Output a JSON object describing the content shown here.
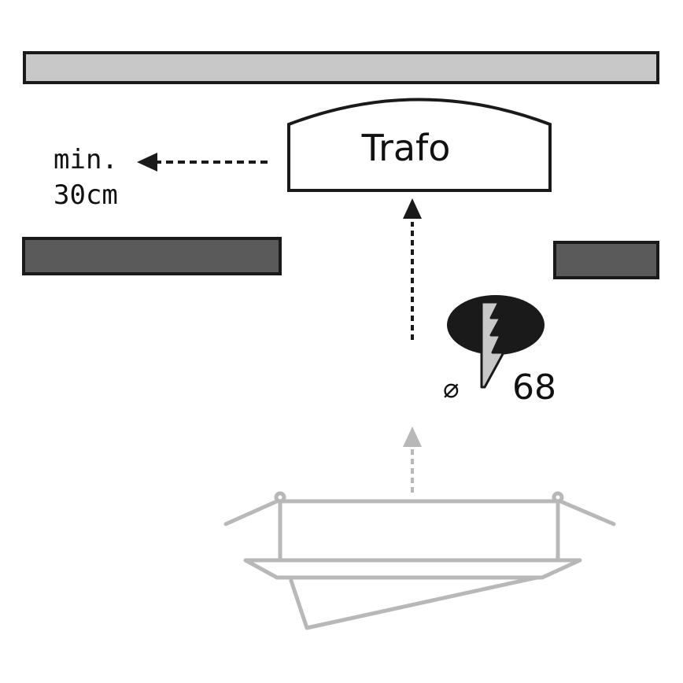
{
  "labels": {
    "transformer": "Trafo",
    "distance_line1": "min.",
    "distance_line2": "30cm",
    "diameter_symbol": "⌀",
    "diameter_value": "68"
  },
  "colors": {
    "ceiling_top": "#c8c8c8",
    "ceiling_panel": "#5a5a5a",
    "outline": "#1a1a1a",
    "fixture": "#b8b8b8",
    "background": "#ffffff"
  }
}
